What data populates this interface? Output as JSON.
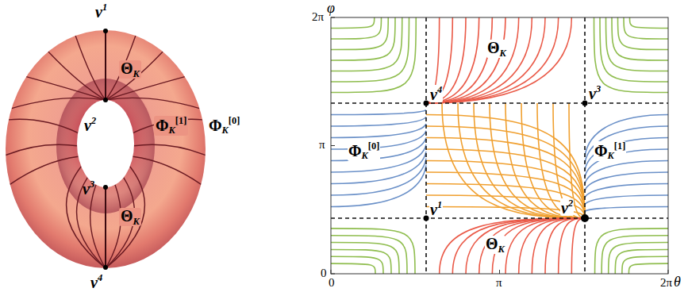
{
  "diagram": {
    "labels": [
      "v1",
      "v2",
      "v3",
      "v4",
      "ΘK",
      "ΦK[1]",
      "ΦK[0]",
      "ΘK",
      "φ",
      "2π",
      "π",
      "0",
      "0",
      "π",
      "2π",
      "θ",
      "v4",
      "ΘK",
      "v3",
      "ΦK[0]",
      "ΦK[1]",
      "v1",
      "v2",
      "ΘK"
    ]
  }
}
